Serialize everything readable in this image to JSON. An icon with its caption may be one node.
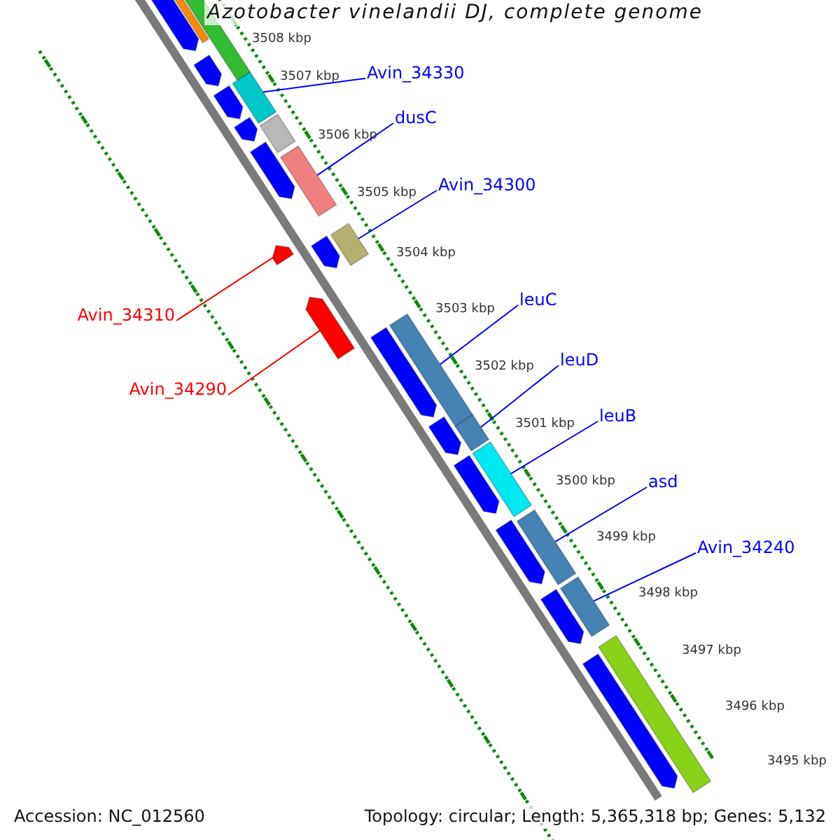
{
  "diagram": {
    "title": "Azotobacter vinelandii DJ, complete genome",
    "nodes": [
      {
        "text": [
          "Avin_34330"
        ]
      },
      {
        "text": [
          "dusC"
        ]
      },
      {
        "text": [
          "Avin_34300"
        ]
      },
      {
        "text": [
          "leuC"
        ]
      },
      {
        "text": [
          "Avin_34310"
        ]
      },
      {
        "text": [
          "leuD"
        ]
      },
      {
        "text": [
          "Avin_34290"
        ]
      },
      {
        "text": [
          "leuB"
        ]
      },
      {
        "text": [
          "asd"
        ]
      },
      {
        "text": [
          "Avin_34240"
        ]
      },
      {
        "text": [],
        "shape": "arrow"
      },
      {
        "text": [],
        "shape": "box"
      },
      {
        "text": [],
        "shape": "box"
      },
      {
        "text": [],
        "shape": "arrow"
      },
      {
        "text": [],
        "shape": "box"
      },
      {
        "text": [],
        "shape": "arrow"
      },
      {
        "text": [],
        "shape": "arrow"
      },
      {
        "text": [],
        "shape": "box"
      },
      {
        "text": [],
        "shape": "arrow"
      },
      {
        "text": [],
        "shape": "box"
      },
      {
        "text": [],
        "shape": "arrow"
      },
      {
        "text": [],
        "shape": "arrow"
      },
      {
        "text": [],
        "shape": "box"
      },
      {
        "text": [],
        "shape": "arrow"
      },
      {
        "text": [],
        "shape": "arrow"
      },
      {
        "text": [],
        "shape": "box"
      },
      {
        "text": [],
        "shape": "arrow"
      },
      {
        "text": [],
        "shape": "box"
      },
      {
        "text": [],
        "shape": "arrow"
      },
      {
        "text": [],
        "shape": "box"
      },
      {
        "text": [],
        "shape": "arrow"
      },
      {
        "text": [],
        "shape": "box"
      },
      {
        "text": [],
        "shape": "arrow"
      },
      {
        "text": [],
        "shape": "box"
      },
      {
        "text": [],
        "shape": "box"
      },
      {
        "text": [],
        "shape": "arrow"
      }
    ],
    "edges": [
      {
        "from": 0,
        "to": 14,
        "arrow": "none"
      },
      {
        "from": 1,
        "to": 19,
        "arrow": "none"
      },
      {
        "from": 2,
        "to": 22,
        "arrow": "none"
      },
      {
        "from": 3,
        "to": 25,
        "arrow": "none"
      },
      {
        "from": 4,
        "to": 20,
        "arrow": "none",
        "color": "#ff0000"
      },
      {
        "from": 5,
        "to": 27,
        "arrow": "none"
      },
      {
        "from": 6,
        "to": 23,
        "arrow": "none",
        "color": "#ff0000"
      },
      {
        "from": 7,
        "to": 29,
        "arrow": "none"
      },
      {
        "from": 8,
        "to": 31,
        "arrow": "none"
      },
      {
        "from": 9,
        "to": 33,
        "arrow": "none"
      }
    ],
    "labels": [
      "3508 kbp",
      "3507 kbp",
      "3506 kbp",
      "3505 kbp",
      "3504 kbp",
      "3503 kbp",
      "3502 kbp",
      "3501 kbp",
      "3500 kbp",
      "3499 kbp",
      "3498 kbp",
      "3497 kbp",
      "3496 kbp",
      "3495 kbp",
      "Accession: NC_012560",
      "Topology: circular; Length: 5,365,318 bp; Genes: 5,132"
    ]
  }
}
